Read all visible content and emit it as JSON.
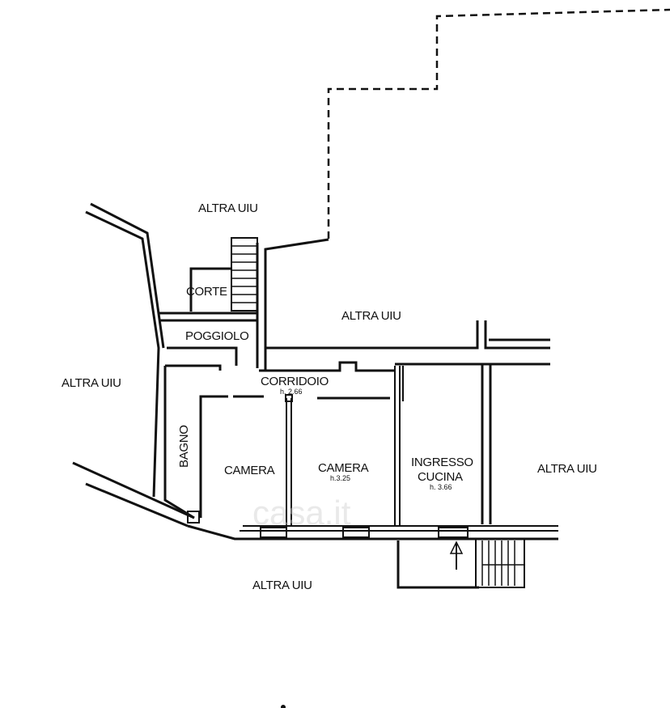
{
  "labels": {
    "altra_top": "ALTRA UIU",
    "altra_center": "ALTRA UIU",
    "altra_left": "ALTRA UIU",
    "altra_right": "ALTRA UIU",
    "altra_bottom": "ALTRA UIU",
    "corte": "CORTE",
    "poggiolo": "POGGIOLO",
    "corridoio": "CORRIDOIO",
    "corridoio_height": "h. 2.66",
    "bagno": "BAGNO",
    "camera_1": "CAMERA",
    "camera_2": "CAMERA",
    "camera_2_height": "h.3.25",
    "ingresso": "INGRESSO",
    "cucina": "CUCINA",
    "cucina_height": "h. 3.66"
  },
  "watermark": "casa.it"
}
